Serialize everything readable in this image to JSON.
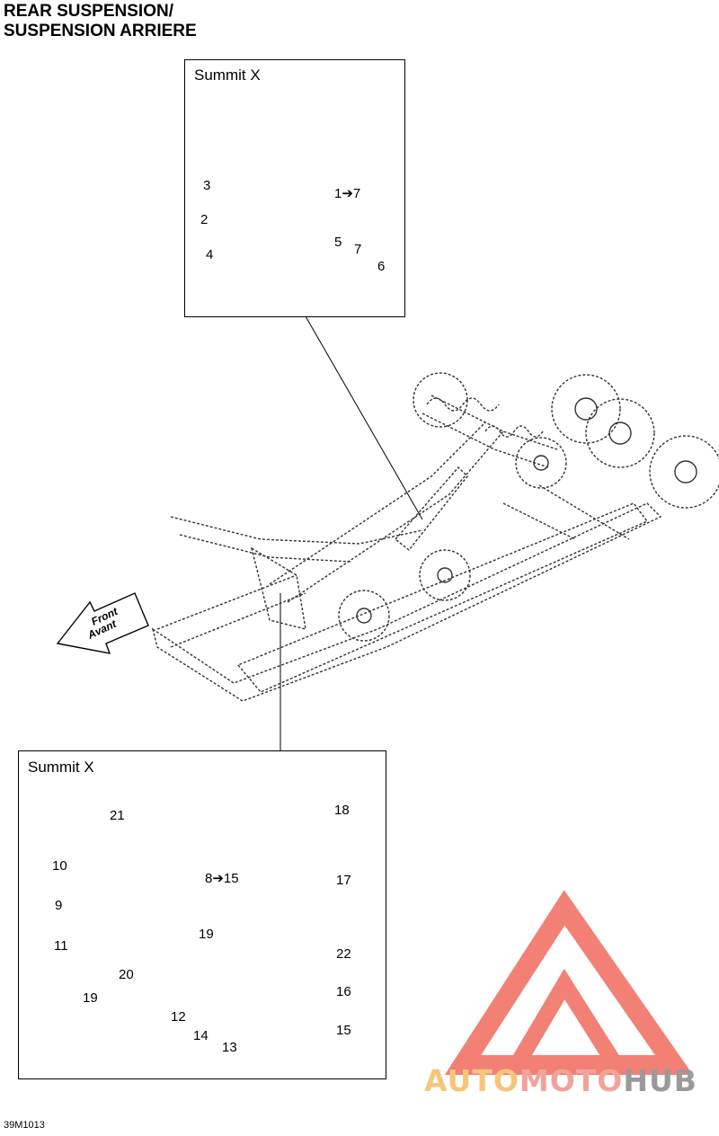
{
  "title": {
    "line1": "REAR SUSPENSION/",
    "line2": "SUSPENSION ARRIERE"
  },
  "top_box": {
    "label": "Summit X",
    "callouts": {
      "c1": "1➔7",
      "c2": "2",
      "c3": "3",
      "c4": "4",
      "c5": "5",
      "c6": "6",
      "c7": "7"
    }
  },
  "center": {
    "front_arrow_line1": "Front",
    "front_arrow_line2": "Avant"
  },
  "bottom_box": {
    "label": "Summit X",
    "callouts": {
      "c8": "8➔15",
      "c9": "9",
      "c10": "10",
      "c11": "11",
      "c12": "12",
      "c13": "13",
      "c14": "14",
      "c15": "15",
      "c16": "16",
      "c17": "17",
      "c18": "18",
      "c19a": "19",
      "c19b": "19",
      "c20": "20",
      "c21": "21",
      "c22": "22"
    }
  },
  "diagram_code": "39M1013",
  "watermark": {
    "part1": "AUTO",
    "part2": "MOTO",
    "part3": "HUB",
    "color_triangle": "#f06a5e",
    "color_auto": "#f5c67a",
    "color_hub": "#9a9a9a"
  }
}
